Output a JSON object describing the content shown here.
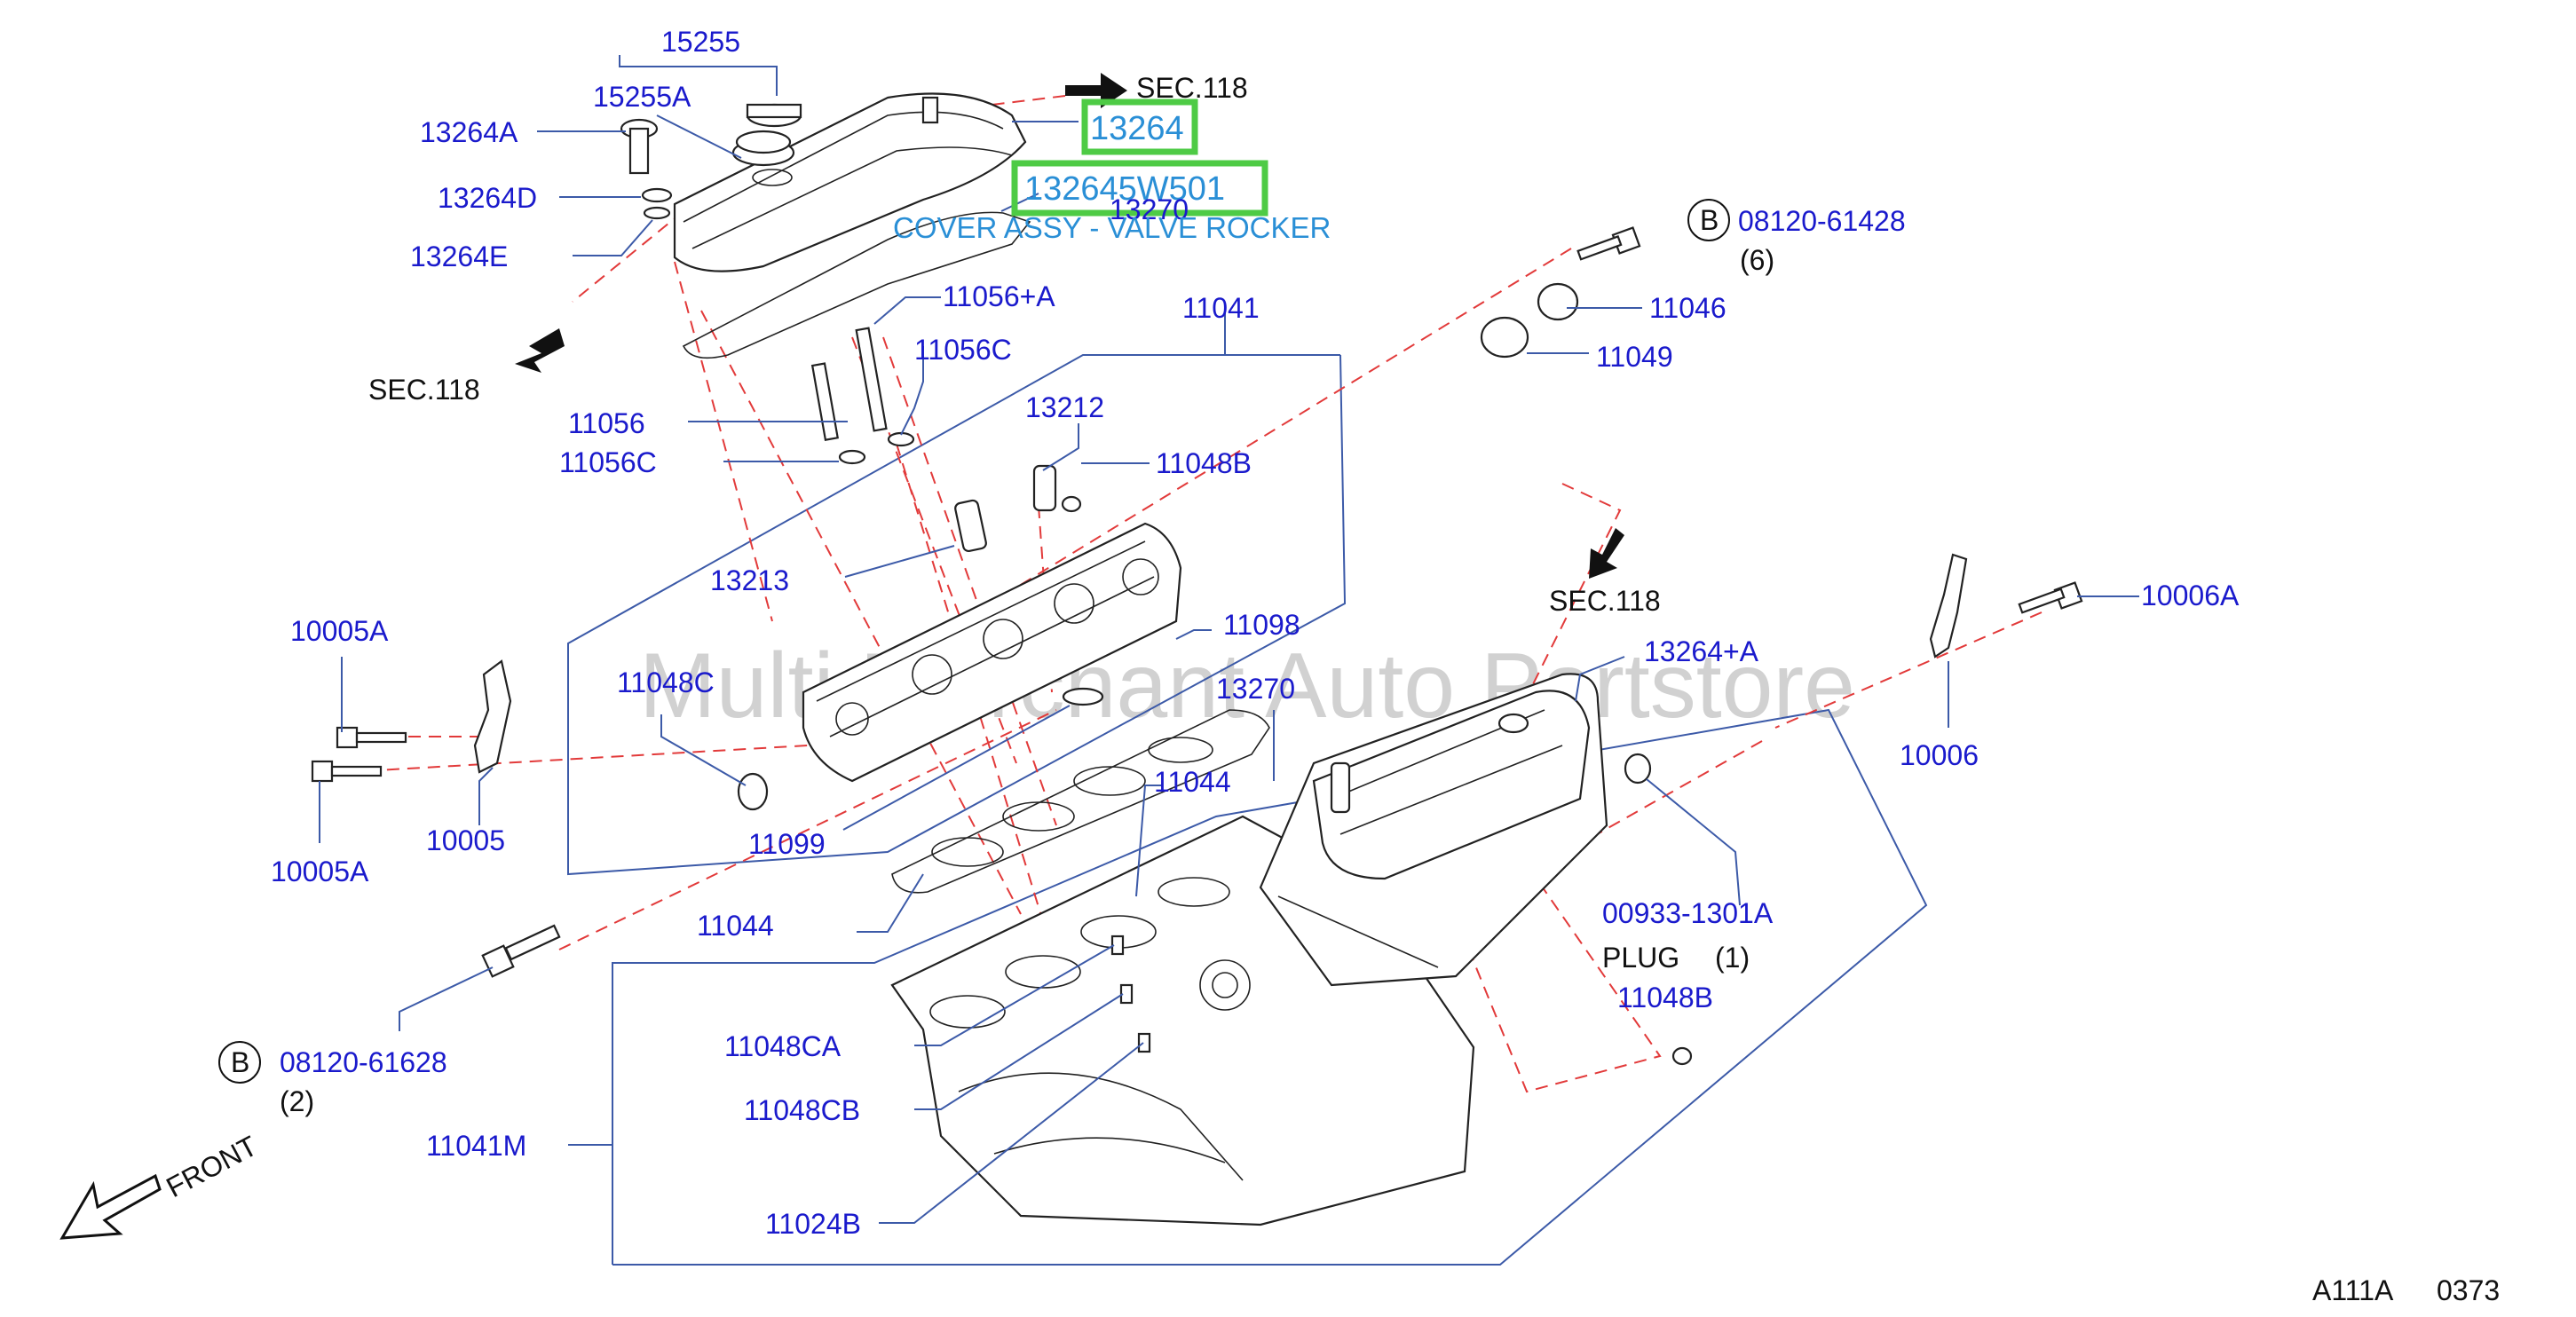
{
  "labels": {
    "p15255": "15255",
    "p15255A": "15255A",
    "p13264A": "13264A",
    "p13264D": "13264D",
    "p13264E": "13264E",
    "p13264": "13264",
    "p132645W501": "132645W501",
    "p13270_top": "13270",
    "desc_cover": "COVER ASSY - VALVE ROCKER",
    "sec118_top": "SEC.118",
    "sec118_left": "SEC.118",
    "sec118_mid": "SEC.118",
    "b_top_circle": "B",
    "p08120_61428": "08120-61428",
    "qty_6": "(6)",
    "p11046": "11046",
    "p11049": "11049",
    "p11056A": "11056+A",
    "p11041": "11041",
    "p11056C_top": "11056C",
    "p11056": "11056",
    "p11056C": "11056C",
    "p13212": "13212",
    "p11048B_top": "11048B",
    "p13213": "13213",
    "p11098": "11098",
    "p10005A_top": "10005A",
    "p11048C": "11048C",
    "p13270_mid": "13270",
    "p13264plusA": "13264+A",
    "p10006A": "10006A",
    "p10006": "10006",
    "p10005": "10005",
    "p10005A_bot": "10005A",
    "p11099": "11099",
    "p11044_top": "11044",
    "p11044_bot": "11044",
    "p00933": "00933-1301A",
    "plug": "PLUG",
    "qty_1": "(1)",
    "p11048B_bot": "11048B",
    "b_bot_circle": "B",
    "p08120_61628": "08120-61628",
    "qty_2": "(2)",
    "p11048CA": "11048CA",
    "p11048CB": "11048CB",
    "p11041M": "11041M",
    "p11024B": "11024B",
    "front": "FRONT",
    "code_a": "A111A",
    "code_b": "0373",
    "watermark": "Multi Merchant Auto Partstore"
  },
  "colors": {
    "label_blue": "#1a1acc",
    "highlight_green": "#4ecb45",
    "highlight_text": "#2a8fd6",
    "dashed_red": "#e23a3a",
    "leader_blue": "#3c5aa8"
  }
}
